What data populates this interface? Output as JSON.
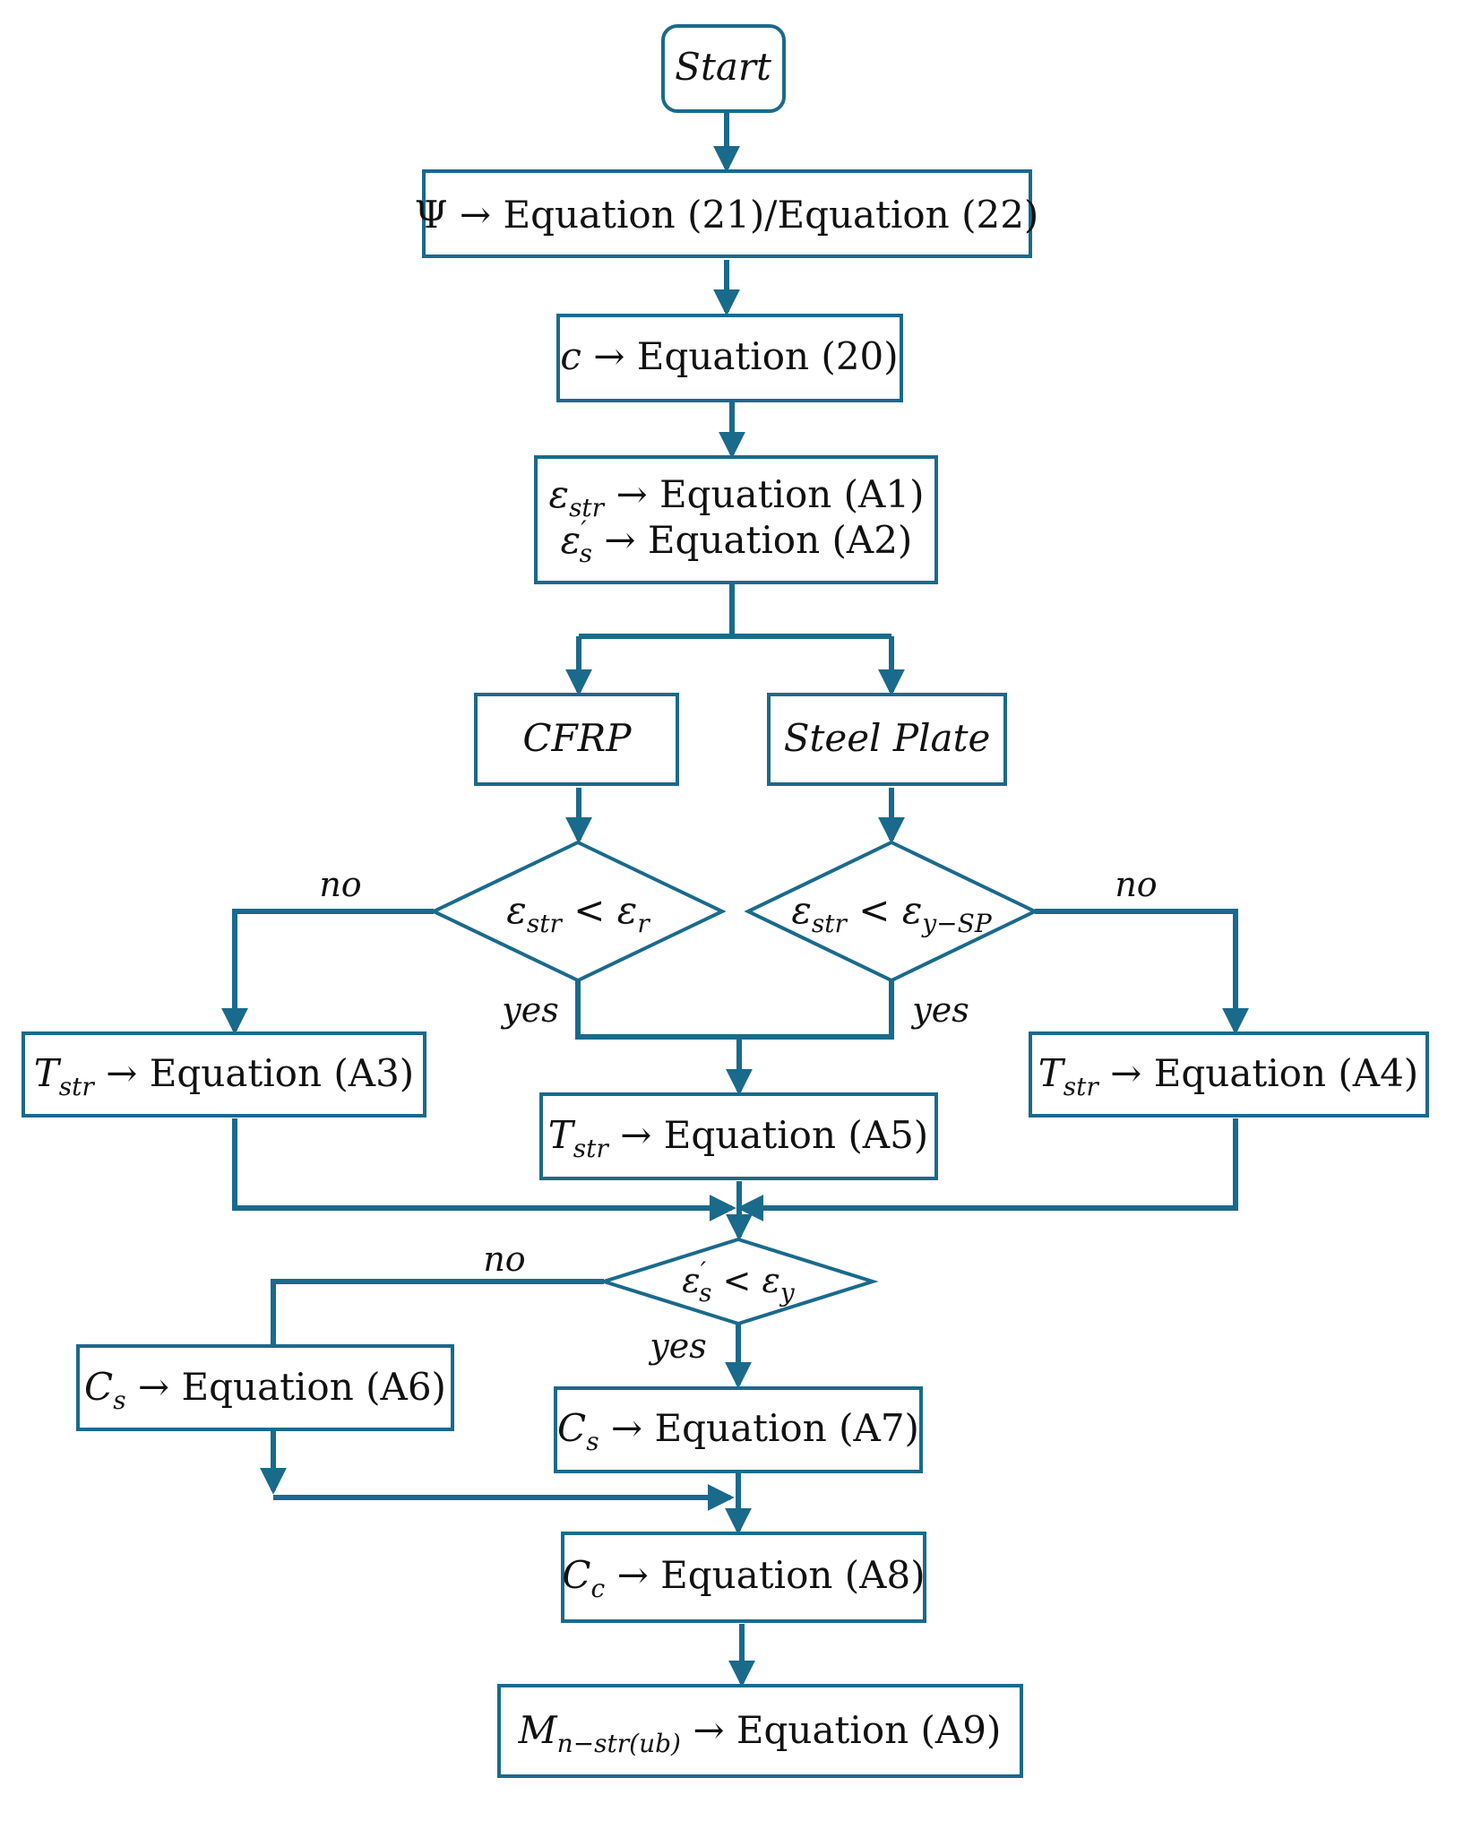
{
  "colors": {
    "stroke": "#1a6a8c",
    "text": "#111111",
    "background": "#ffffff"
  },
  "nodes": {
    "start": {
      "label": "Start"
    },
    "psi": {
      "symbol": "Ψ",
      "arrow": "→",
      "text": "Equation (21)/Equation (22)"
    },
    "c": {
      "symbol": "c",
      "arrow": "→",
      "text": "Equation (20)"
    },
    "strains": {
      "line1": {
        "symbol": "ε",
        "sub": "str",
        "arrow": "→",
        "text": "Equation (A1)"
      },
      "line2": {
        "symbol": "ε",
        "sub": "s",
        "prime": "′",
        "arrow": "→",
        "text": "Equation (A2)"
      }
    },
    "cfrp": {
      "label": "CFRP"
    },
    "steel_plate": {
      "label": "Steel Plate"
    },
    "decision_cfrp": {
      "lhs": "ε",
      "lhs_sub": "str",
      "op": "<",
      "rhs": "ε",
      "rhs_sub": "r"
    },
    "decision_sp": {
      "lhs": "ε",
      "lhs_sub": "str",
      "op": "<",
      "rhs": "ε",
      "rhs_sub": "y−SP"
    },
    "t_a3": {
      "symbol": "T",
      "sub": "str",
      "arrow": "→",
      "text": "Equation (A3)"
    },
    "t_a4": {
      "symbol": "T",
      "sub": "str",
      "arrow": "→",
      "text": "Equation (A4)"
    },
    "t_a5": {
      "symbol": "T",
      "sub": "str",
      "arrow": "→",
      "text": "Equation (A5)"
    },
    "decision_steel": {
      "lhs": "ε",
      "lhs_sub": "s",
      "prime": "′",
      "op": "<",
      "rhs": "ε",
      "rhs_sub": "y"
    },
    "cs_a6": {
      "symbol": "C",
      "sub": "s",
      "arrow": "→",
      "text": "Equation (A6)"
    },
    "cs_a7": {
      "symbol": "C",
      "sub": "s",
      "arrow": "→",
      "text": "Equation (A7)"
    },
    "cc_a8": {
      "symbol": "C",
      "sub": "c",
      "arrow": "→",
      "text": "Equation (A8)"
    },
    "mn_a9": {
      "symbol": "M",
      "sub": "n−str(ub)",
      "arrow": "→",
      "text": "Equation (A9)"
    }
  },
  "edge_labels": {
    "cfrp_no": "no",
    "cfrp_yes": "yes",
    "sp_no": "no",
    "sp_yes": "yes",
    "steel_no": "no",
    "steel_yes": "yes"
  }
}
